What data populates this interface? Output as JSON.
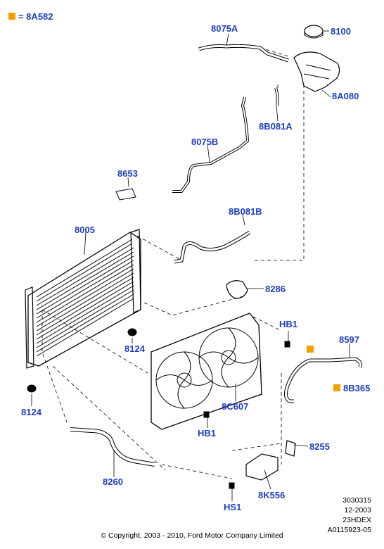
{
  "legend": {
    "symbol_color": "#f5a000",
    "text": "= 8A582"
  },
  "callouts": {
    "p8075A": "8075A",
    "p8100": "8100",
    "p8A080": "8A080",
    "p8B081A": "8B081A",
    "p8075B": "8075B",
    "p8653": "8653",
    "p8B081B": "8B081B",
    "p8005": "8005",
    "p8286": "8286",
    "p8124a": "8124",
    "p8124b": "8124",
    "pHB1a": "HB1",
    "p8597": "8597",
    "p8B365": "8B365",
    "p8C607": "8C607",
    "pHB1b": "HB1",
    "p8255": "8255",
    "p8260": "8260",
    "p8K556": "8K556",
    "pHS1": "HS1"
  },
  "meta": {
    "line1": "3030315",
    "line2": "12-2003",
    "line3": "23HDEX",
    "line4": "A0115923-05"
  },
  "copyright": "© Copyright, 2003 - 2010, Ford Motor Company Limited",
  "colors": {
    "label": "#1f3fbf",
    "marker": "#f5a000",
    "line": "#000000"
  }
}
